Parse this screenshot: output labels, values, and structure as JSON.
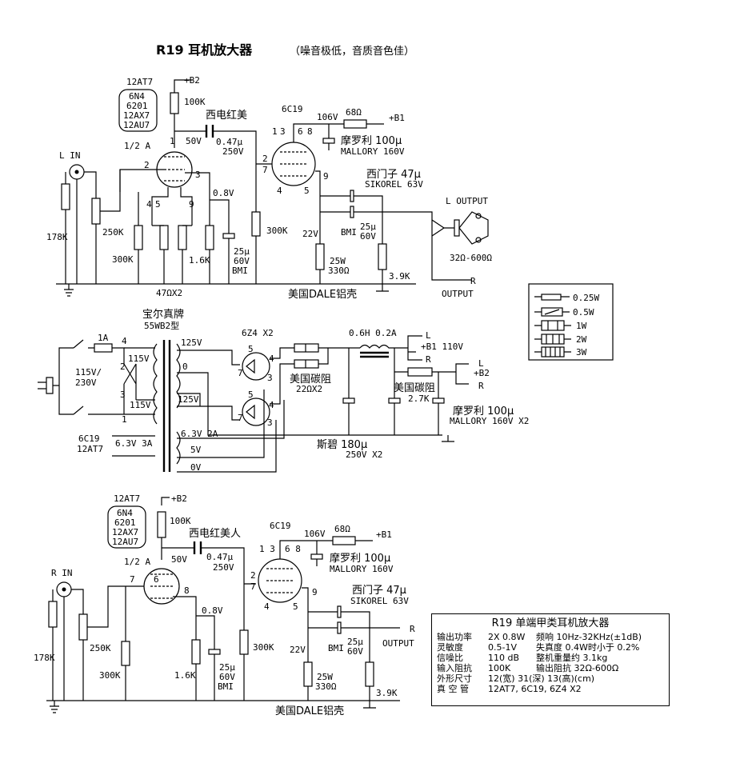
{
  "title": "R19 耳机放大器",
  "subtitle": "（噪音极低，音质音色佳）",
  "top": {
    "tube1": "12AT7",
    "tube1_half": "1/2 A",
    "tube1_alts": [
      "6N4",
      "6201",
      "12AX7",
      "12AU7"
    ],
    "b2": "+B2",
    "r_plate": "100K",
    "cap_name": "西电红美",
    "cap_val": "0.47μ",
    "cap_v": "250V",
    "plate_v": "50V",
    "cath_v": "0.8V",
    "in_label": "L  IN",
    "r_in": "178K",
    "pot": "250K",
    "r_grid": "300K",
    "r_cath": "1.6K",
    "cath_cap": [
      "25μ",
      "60V",
      "BMI"
    ],
    "r_pair": "47ΩX2",
    "r_grid2": "300K",
    "tube2": "6C19",
    "v106": "106V",
    "r68": "68Ω",
    "b1": "+B1",
    "mallory": [
      "摩罗利  100μ",
      "MALLORY 160V"
    ],
    "sik": [
      "西门子  47μ",
      "SIKOREL 63V"
    ],
    "bmi2": [
      "BMI",
      "25μ",
      "60V"
    ],
    "v22": "22V",
    "r330": [
      "25W",
      "330Ω"
    ],
    "r39k": "3.9K",
    "output": "L   OUTPUT",
    "imp": "32Ω-600Ω",
    "r_out": "R",
    "r_out2": "OUTPUT",
    "chassis": "美国DALE铝壳",
    "pins_a": [
      "1",
      "2",
      "3",
      "4",
      "5",
      "9"
    ],
    "pins_b": [
      "1",
      "3",
      "6",
      "8",
      "2",
      "7",
      "4",
      "5",
      "9"
    ]
  },
  "legend": [
    "0.25W",
    "0.5W",
    "1W",
    "2W",
    "3W"
  ],
  "psu": {
    "transformer": [
      "宝尔真牌",
      "55WB2型"
    ],
    "fuse": "1A",
    "mains": [
      "115V/",
      "230V"
    ],
    "sec_hv": [
      "125V",
      "0",
      "125V"
    ],
    "sec_lv": [
      "6.3V 2A",
      "5V",
      "0V"
    ],
    "pri": [
      "115V",
      "115V"
    ],
    "heat": [
      "6C19",
      "12AT7"
    ],
    "heat_v": "6.3V 3A",
    "rect": "6Z4 X2",
    "res": [
      "美国碳阻",
      "22ΩX2"
    ],
    "choke": "0.6H 0.2A",
    "b1_out": "+B1  110V",
    "res2": [
      "美国碳阻",
      "2.7K"
    ],
    "caps": [
      "斯碧 180μ",
      "250V X2"
    ],
    "mallory2": [
      "摩罗利  100μ",
      "MALLORY 160V  X2"
    ],
    "pins": [
      "4",
      "2",
      "3",
      "1",
      "5",
      "7",
      "4",
      "3",
      "5",
      "7",
      "4",
      "3"
    ],
    "lr": [
      "L",
      "R",
      "L",
      "+B2",
      "R"
    ]
  },
  "bottom": {
    "tube1": "12AT7",
    "tube1_half": "1/2 A",
    "tube1_alts": [
      "6N4",
      "6201",
      "12AX7",
      "12AU7"
    ],
    "b2": "+B2",
    "r_plate": "100K",
    "cap_name": "西电红美人",
    "cap_val": "0.47μ",
    "cap_v": "250V",
    "plate_v": "50V",
    "cath_v": "0.8V",
    "in_label": "R  IN",
    "r_in": "178K",
    "pot": "250K",
    "r_grid": "300K",
    "r_cath": "1.6K",
    "cath_cap": [
      "25μ",
      "60V",
      "BMI"
    ],
    "r_grid2": "300K",
    "tube2": "6C19",
    "v106": "106V",
    "r68": "68Ω",
    "b1": "+B1",
    "mallory": [
      "摩罗利  100μ",
      "MALLORY 160V"
    ],
    "sik": [
      "西门子  47μ",
      "SIKOREL 63V"
    ],
    "bmi2": [
      "BMI",
      "25μ",
      "60V"
    ],
    "v22": "22V",
    "r330": [
      "25W",
      "330Ω"
    ],
    "r39k": "3.9K",
    "out_r": "R",
    "out": "OUTPUT",
    "chassis": "美国DALE铝壳"
  },
  "specs": {
    "header": "R19  单端甲类耳机放大器",
    "rows": [
      [
        "输出功率",
        "2X 0.8W",
        "频响 10Hz-32KHz(±1dB)"
      ],
      [
        "灵敏度",
        "0.5-1V",
        "失真度 0.4W时小于 0.2%"
      ],
      [
        "信噪比",
        "110 dB",
        "整机重量约  3.1kg"
      ],
      [
        "输入阻抗",
        "100K",
        "输出阻抗  32Ω-600Ω"
      ],
      [
        "外形尺寸",
        "12(宽) 31(深) 13(高)(cm)",
        ""
      ],
      [
        "真 空 管",
        "12AT7, 6C19, 6Z4 X2",
        ""
      ]
    ]
  }
}
